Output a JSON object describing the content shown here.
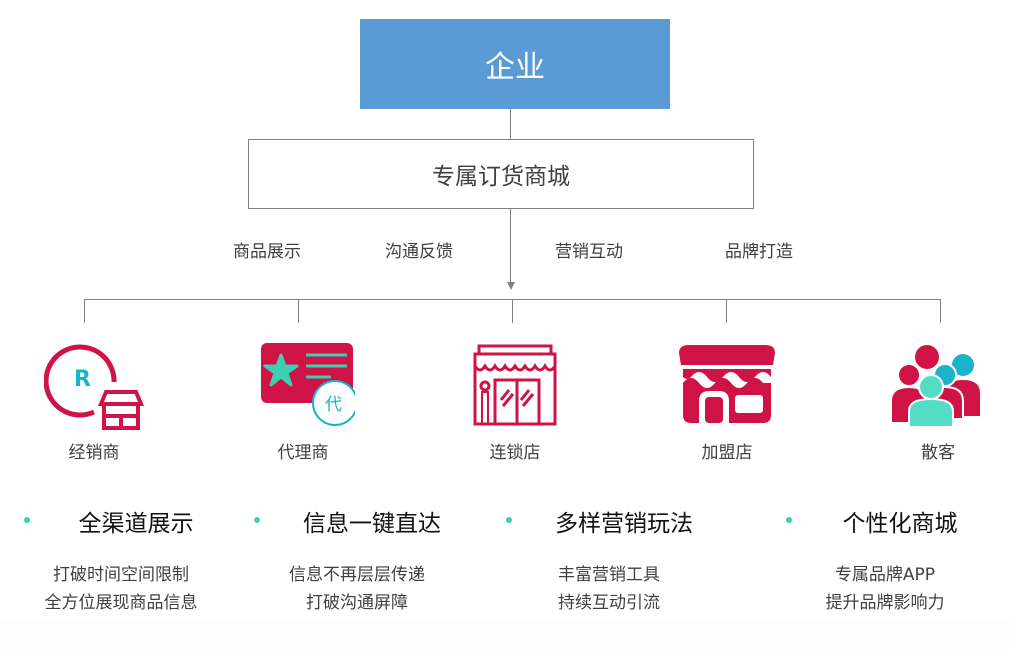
{
  "top": {
    "label": "企业"
  },
  "platform": {
    "label": "专属订货商城"
  },
  "features": [
    {
      "label": "商品展示"
    },
    {
      "label": "沟通反馈"
    },
    {
      "label": "营销互动"
    },
    {
      "label": "品牌打造"
    }
  ],
  "customers": [
    {
      "label": "经销商",
      "icon": "dealer-store-icon"
    },
    {
      "label": "代理商",
      "icon": "agent-card-icon"
    },
    {
      "label": "连锁店",
      "icon": "chain-store-icon"
    },
    {
      "label": "加盟店",
      "icon": "franchise-store-icon"
    },
    {
      "label": "散客",
      "icon": "individual-customers-icon"
    }
  ],
  "benefits": [
    {
      "title": "全渠道展示",
      "lines": [
        "打破时间空间限制",
        "全方位展现商品信息"
      ]
    },
    {
      "title": "信息一键直达",
      "lines": [
        "信息不再层层传递",
        "打破沟通屏障"
      ]
    },
    {
      "title": "多样营销玩法",
      "lines": [
        "丰富营销工具",
        "持续互动引流"
      ]
    },
    {
      "title": "个性化商城",
      "lines": [
        "专属品牌APP",
        "提升品牌影响力"
      ]
    }
  ],
  "colors": {
    "top_box": "#5b9bd5",
    "accent_red": "#d01346",
    "accent_teal": "#3ecfb0",
    "accent_cyan": "#1ab3cc",
    "line": "#7f7f7f"
  }
}
